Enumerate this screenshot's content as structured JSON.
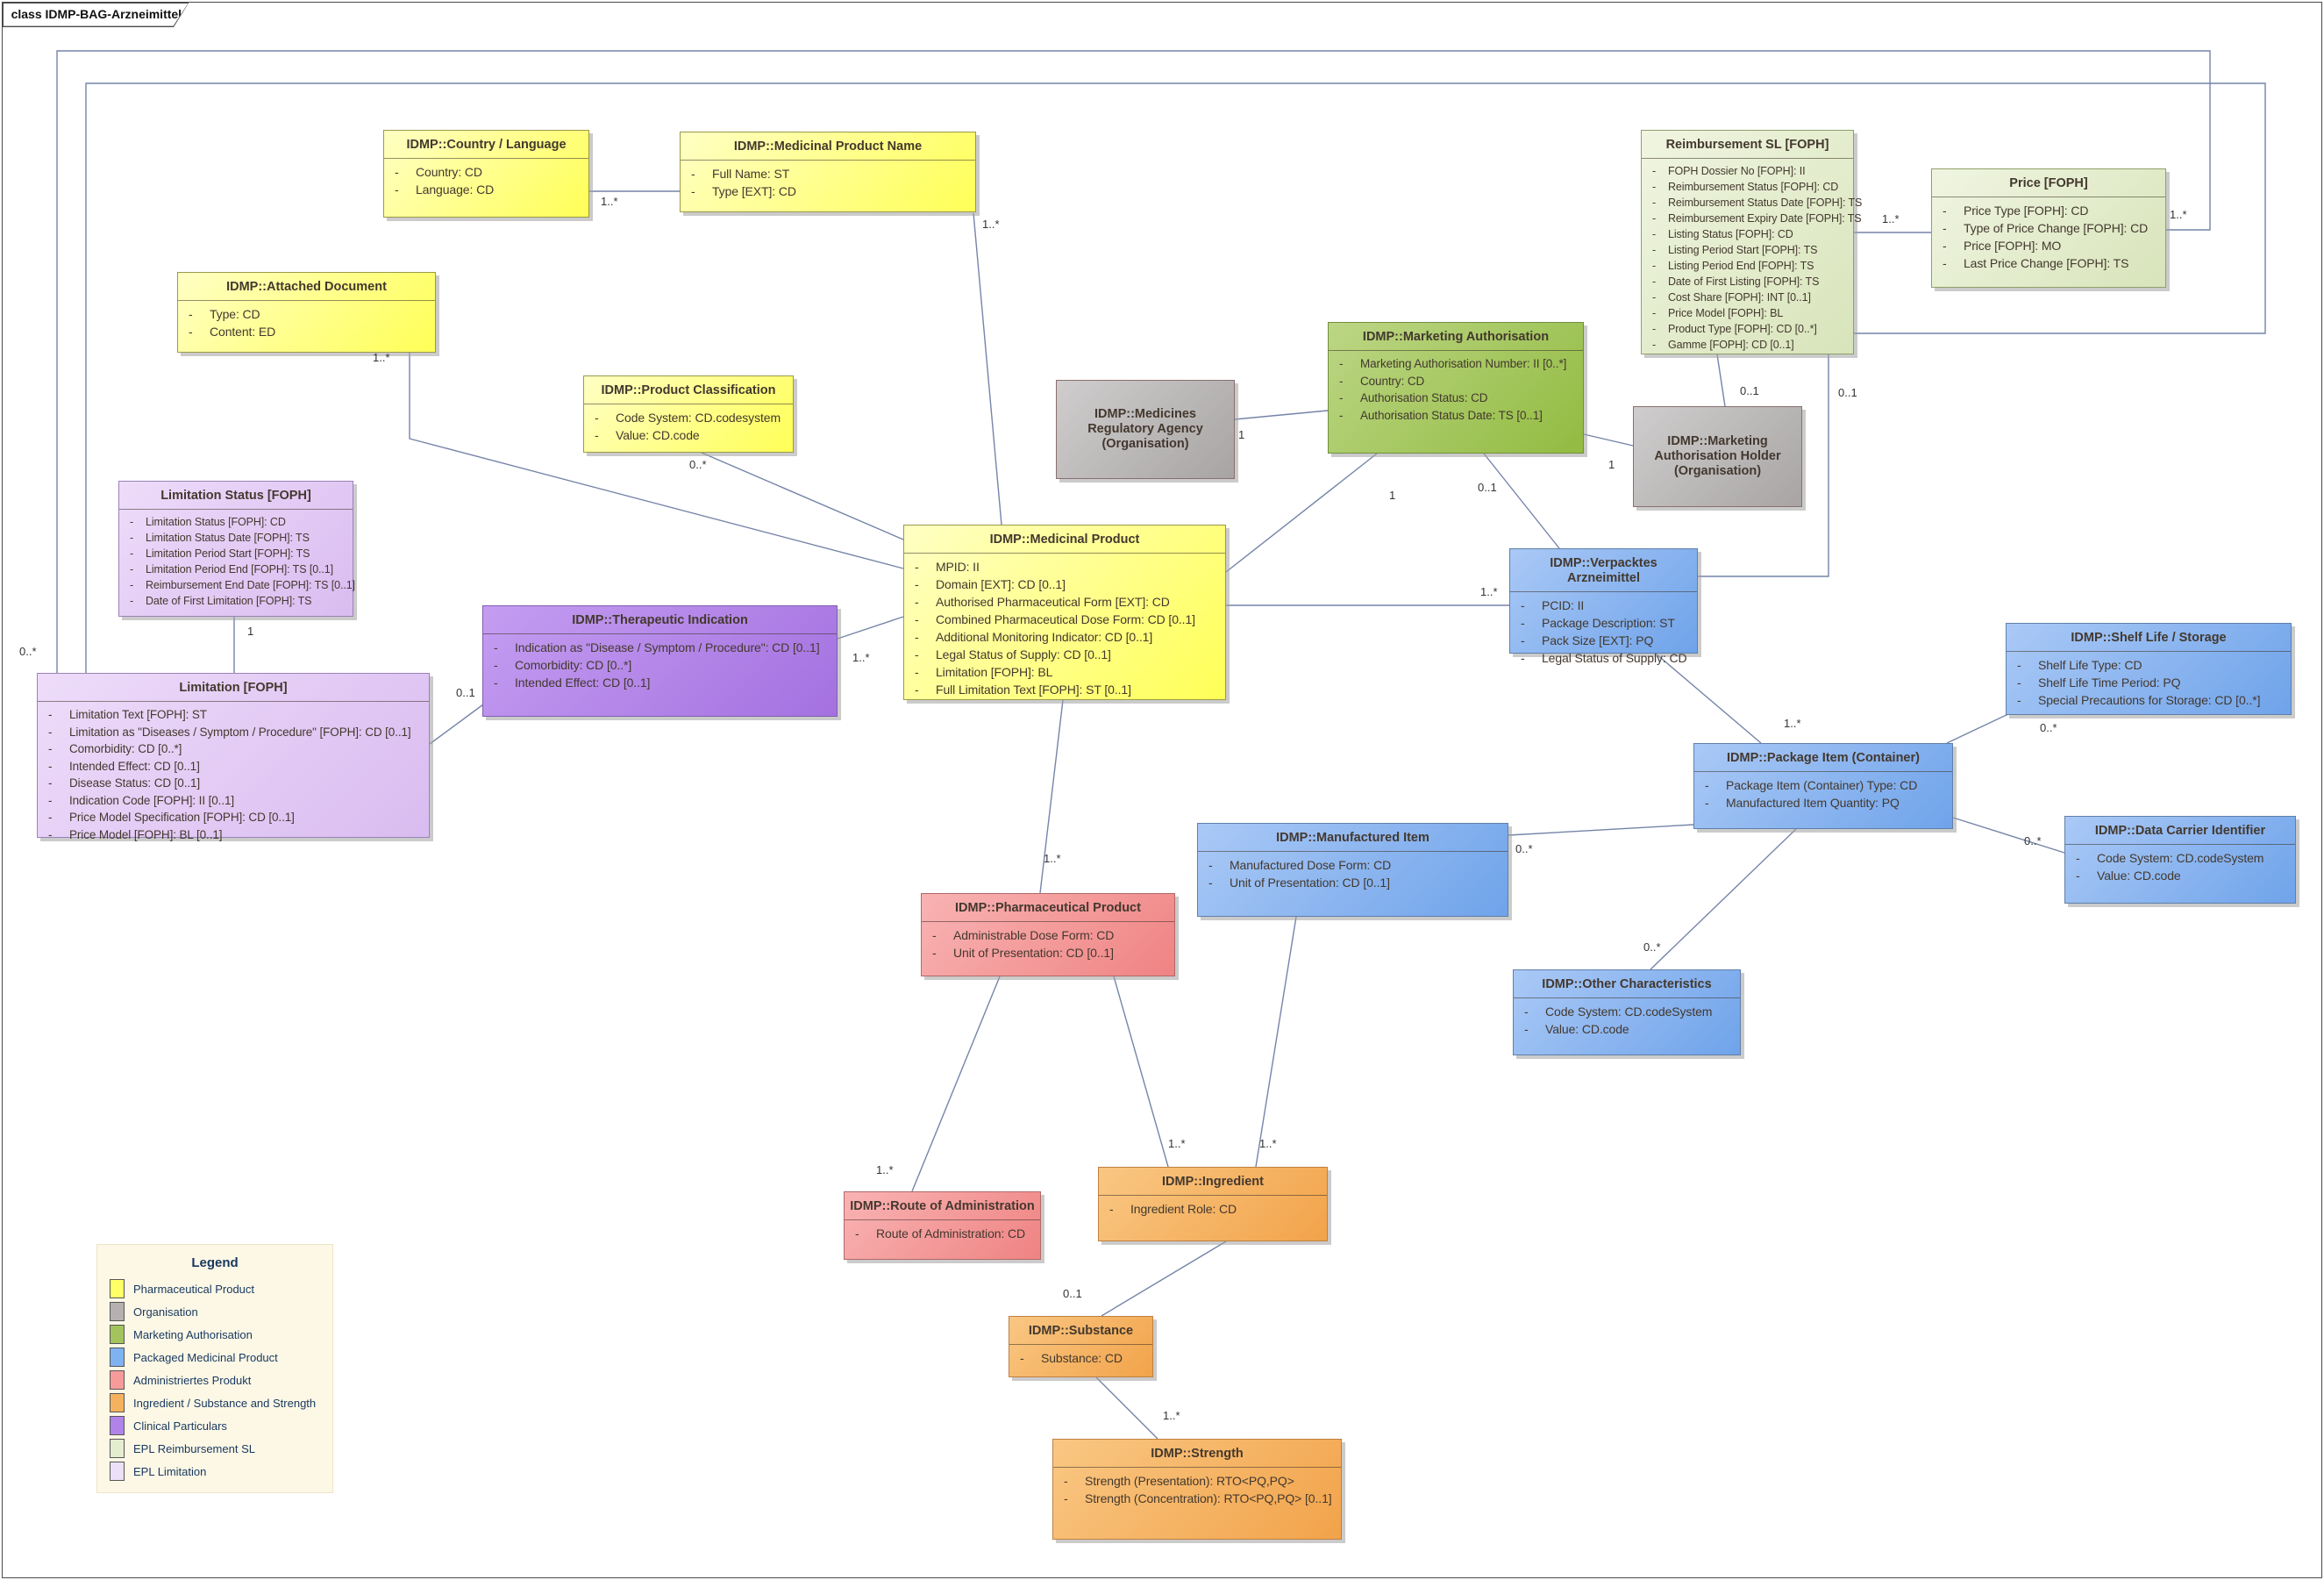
{
  "frame": {
    "title": "class IDMP-BAG-Arzneimittel"
  },
  "classes": [
    {
      "id": "country-language",
      "title": "IDMP::Country / Language",
      "attributes": [
        "Country: CD",
        "Language: CD"
      ]
    },
    {
      "id": "medicinal-product-name",
      "title": "IDMP::Medicinal Product Name",
      "attributes": [
        "Full Name: ST",
        "Type [EXT]: CD"
      ]
    },
    {
      "id": "attached-document",
      "title": "IDMP::Attached Document",
      "attributes": [
        "Type: CD",
        "Content: ED"
      ]
    },
    {
      "id": "product-classification",
      "title": "IDMP::Product Classification",
      "attributes": [
        "Code System: CD.codesystem",
        "Value: CD.code"
      ]
    },
    {
      "id": "reimbursement-sl",
      "title": "Reimbursement SL [FOPH]",
      "attributes": [
        "FOPH Dossier No [FOPH]: II",
        "Reimbursement Status [FOPH]: CD",
        "Reimbursement Status Date [FOPH]: TS",
        "Reimbursement Expiry Date [FOPH]: TS",
        "Listing Status [FOPH]: CD",
        "Listing Period Start [FOPH]: TS",
        "Listing Period End [FOPH]: TS",
        "Date of First Listing [FOPH]: TS",
        "Cost Share [FOPH]: INT [0..1]",
        "Price Model [FOPH]: BL",
        "Product Type [FOPH]: CD [0..*]",
        "Gamme [FOPH]: CD [0..1]"
      ]
    },
    {
      "id": "price",
      "title": "Price [FOPH]",
      "attributes": [
        "Price Type [FOPH]: CD",
        "Type of Price Change [FOPH]: CD",
        "Price [FOPH]: MO",
        "Last Price Change [FOPH]: TS"
      ]
    },
    {
      "id": "medicines-regulatory-agency",
      "title": "IDMP::Medicines Regulatory Agency (Organisation)",
      "attributes": []
    },
    {
      "id": "marketing-authorisation",
      "title": "IDMP::Marketing Authorisation",
      "attributes": [
        "Marketing Authorisation Number: II [0..*]",
        "Country: CD",
        "Authorisation Status: CD",
        "Authorisation Status Date: TS [0..1]"
      ]
    },
    {
      "id": "marketing-authorisation-holder",
      "title": "IDMP::Marketing Authorisation Holder (Organisation)",
      "attributes": []
    },
    {
      "id": "medicinal-product",
      "title": "IDMP::Medicinal Product",
      "attributes": [
        "MPID: II",
        "Domain [EXT]: CD [0..1]",
        "Authorised Pharmaceutical Form [EXT]: CD",
        "Combined Pharmaceutical Dose Form: CD [0..1]",
        "Additional Monitoring Indicator: CD [0..1]",
        "Legal Status of Supply: CD [0..1]",
        "Limitation [FOPH]: BL",
        "Full Limitation Text [FOPH]: ST [0..1]"
      ]
    },
    {
      "id": "verpacktes-arzneimittel",
      "title": "IDMP::Verpacktes Arzneimittel",
      "attributes": [
        "PCID: II",
        "Package Description: ST",
        "Pack Size [EXT]: PQ",
        "Legal Status of Supply: CD"
      ]
    },
    {
      "id": "limitation-status",
      "title": "Limitation Status [FOPH]",
      "attributes": [
        "Limitation Status [FOPH]: CD",
        "Limitation Status Date [FOPH]: TS",
        "Limitation Period Start [FOPH]: TS",
        "Limitation Period End [FOPH]: TS [0..1]",
        "Reimbursement End Date [FOPH]: TS [0..1]",
        "Date of First Limitation [FOPH]: TS"
      ]
    },
    {
      "id": "limitation",
      "title": "Limitation [FOPH]",
      "attributes": [
        "Limitation Text [FOPH]: ST",
        "Limitation as \"Diseases / Symptom / Procedure\" [FOPH]: CD [0..1]",
        "Comorbidity: CD [0..*]",
        "Intended Effect: CD [0..1]",
        "Disease Status: CD [0..1]",
        "Indication Code [FOPH]: II [0..1]",
        "Price Model Specification [FOPH]: CD [0..1]",
        "Price Model [FOPH]: BL [0..1]"
      ]
    },
    {
      "id": "therapeutic-indication",
      "title": "IDMP::Therapeutic Indication",
      "attributes": [
        "Indication as \"Disease / Symptom / Procedure\": CD [0..1]",
        "Comorbidity: CD [0..*]",
        "Intended Effect: CD [0..1]"
      ]
    },
    {
      "id": "shelf-life-storage",
      "title": "IDMP::Shelf Life / Storage",
      "attributes": [
        "Shelf Life Type: CD",
        "Shelf Life Time Period: PQ",
        "Special Precautions for Storage: CD [0..*]"
      ]
    },
    {
      "id": "package-item-container",
      "title": "IDMP::Package Item (Container)",
      "attributes": [
        "Package Item (Container) Type: CD",
        "Manufactured Item Quantity: PQ"
      ]
    },
    {
      "id": "data-carrier-identifier",
      "title": "IDMP::Data Carrier Identifier",
      "attributes": [
        "Code System: CD.codeSystem",
        "Value: CD.code"
      ]
    },
    {
      "id": "manufactured-item",
      "title": "IDMP::Manufactured Item",
      "attributes": [
        "Manufactured Dose Form: CD",
        "Unit of Presentation: CD [0..1]"
      ]
    },
    {
      "id": "other-characteristics",
      "title": "IDMP::Other Characteristics",
      "attributes": [
        "Code System: CD.codeSystem",
        "Value: CD.code"
      ]
    },
    {
      "id": "pharmaceutical-product",
      "title": "IDMP::Pharmaceutical Product",
      "attributes": [
        "Administrable Dose Form: CD",
        "Unit of Presentation: CD [0..1]"
      ]
    },
    {
      "id": "route-of-administration",
      "title": "IDMP::Route of Administration",
      "attributes": [
        "Route of Administration: CD"
      ]
    },
    {
      "id": "ingredient",
      "title": "IDMP::Ingredient",
      "attributes": [
        "Ingredient Role: CD"
      ]
    },
    {
      "id": "substance",
      "title": "IDMP::Substance",
      "attributes": [
        "Substance: CD"
      ]
    },
    {
      "id": "strength",
      "title": "IDMP::Strength",
      "attributes": [
        "Strength (Presentation): RTO<PQ,PQ>",
        "Strength (Concentration): RTO<PQ,PQ> [0..1]"
      ]
    }
  ],
  "multiplicities": [
    "1..*",
    "1..*",
    "1..*",
    "0..*",
    "1",
    "0..1",
    "1..*",
    "1",
    "1",
    "0..1",
    "1",
    "0..1",
    "0..1",
    "1..*",
    "1..*",
    "0..*",
    "1..*",
    "1..*",
    "0..*",
    "0..*",
    "0..*",
    "0..*",
    "1..*",
    "1..*",
    "1..*",
    "1..*",
    "0..1",
    "1..*"
  ],
  "legend": {
    "title": "Legend",
    "items": [
      {
        "label": "Pharmaceutical Product",
        "color": "#ffff66"
      },
      {
        "label": "Organisation",
        "color": "#b5b1b1"
      },
      {
        "label": "Marketing Authorisation",
        "color": "#a3c45c"
      },
      {
        "label": "Packaged Medicinal Product",
        "color": "#7fb2f0"
      },
      {
        "label": "Administriertes Produkt",
        "color": "#f79a9a"
      },
      {
        "label": "Ingredient / Substance and Strength",
        "color": "#f5b25e"
      },
      {
        "label": "Clinical Particulars",
        "color": "#b083e8"
      },
      {
        "label": "EPL Reimbursement SL",
        "color": "#e4eecf"
      },
      {
        "label": "EPL Limitation",
        "color": "#ece0f8"
      }
    ]
  },
  "colors": {
    "edge": "#7584a8",
    "frame": "#4a4a4a"
  }
}
